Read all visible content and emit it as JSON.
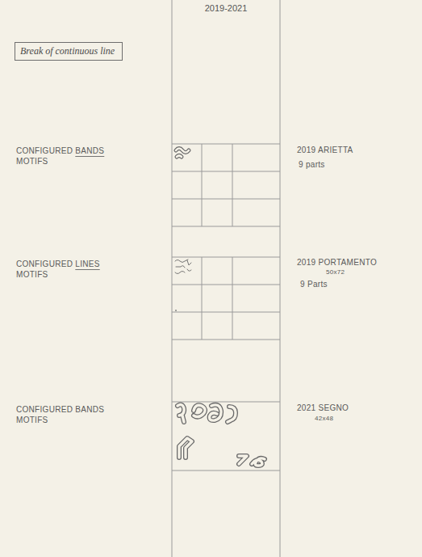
{
  "diagram": {
    "title": "2019-2021",
    "nodes": [
      {
        "text": [
          "Break of continuous line"
        ]
      }
    ],
    "labels": [
      "CONFIGURED BANDS MOTIFS",
      "2019 ARIETTA",
      "9 parts",
      "CONFIGURED LINES MOTIFS",
      "2019 PORTAMENTO",
      "50x72",
      "9 Parts",
      "CONFIGURED BANDS MOTIFS",
      "2021 SEGNO",
      "42x48"
    ]
  }
}
